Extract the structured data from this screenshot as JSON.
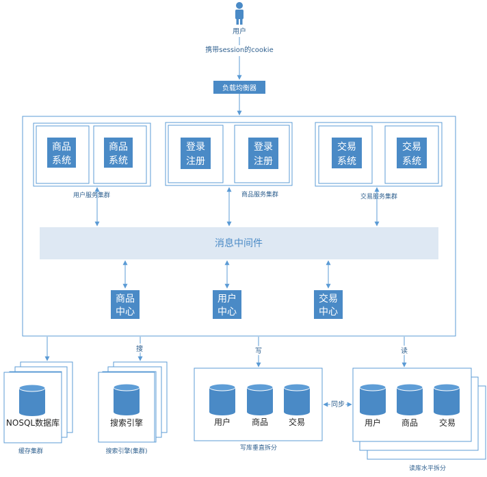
{
  "top": {
    "user_label": "用户",
    "flow_label": "携带session的cookie",
    "load_balancer": "负载均衡器"
  },
  "clusters": [
    {
      "boxes": [
        [
          "商品",
          "系统"
        ],
        [
          "商品",
          "系统"
        ]
      ],
      "label": "用户服务集群"
    },
    {
      "boxes": [
        [
          "登录",
          "注册"
        ],
        [
          "登录",
          "注册"
        ]
      ],
      "label": "商品服务集群"
    },
    {
      "boxes": [
        [
          "交易",
          "系统"
        ],
        [
          "交易",
          "系统"
        ]
      ],
      "label": "交易服务集群"
    }
  ],
  "middleware": "消息中间件",
  "centers": [
    [
      "商品",
      "中心"
    ],
    [
      "用户",
      "中心"
    ],
    [
      "交易",
      "中心"
    ]
  ],
  "bottom": {
    "arrow_labels": {
      "search": "搜",
      "write": "写",
      "read": "读"
    },
    "nosql": {
      "name": "NOSQL数据库",
      "caption": "缓存集群"
    },
    "search": {
      "name": "搜索引擎",
      "caption": "搜索引擎(集群)"
    },
    "write_db": {
      "items": [
        "用户",
        "商品",
        "交易"
      ],
      "caption": "写库垂直拆分"
    },
    "sync_label": "同步",
    "read_db": {
      "items": [
        "用户",
        "商品",
        "交易"
      ],
      "caption": "读库水平拆分"
    }
  },
  "colors": {
    "blue": "#4a8ac6",
    "line": "#5b9bd5",
    "pale": "#dee8f3",
    "text": "#2e5f8e"
  }
}
